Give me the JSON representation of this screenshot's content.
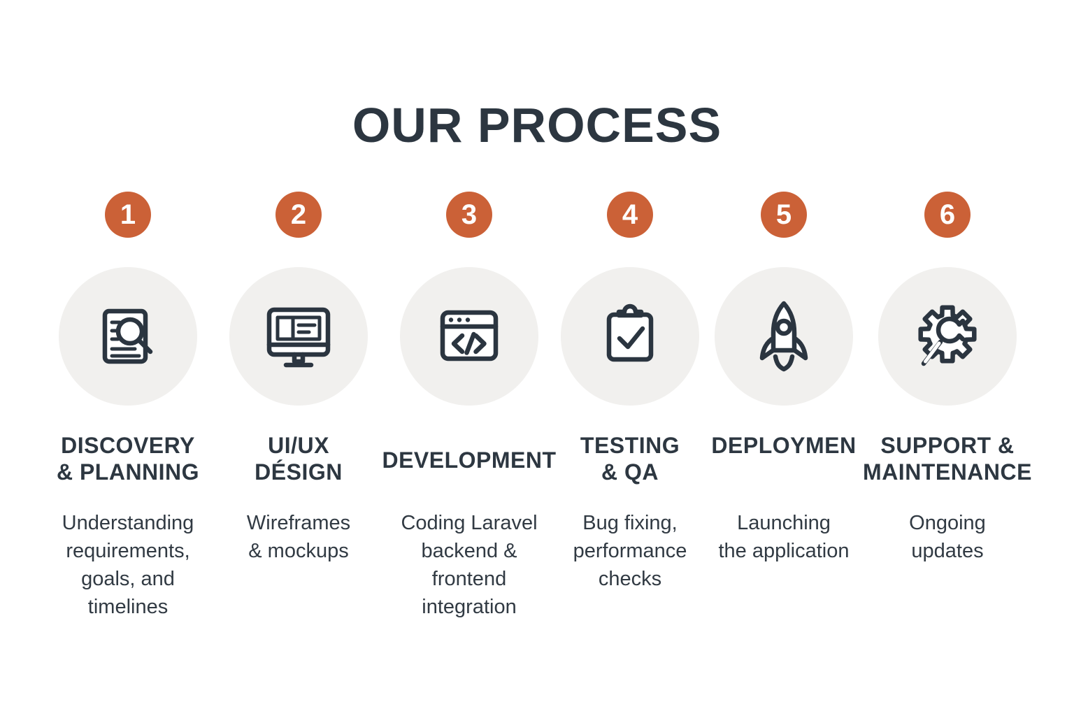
{
  "title": "OUR PROCESS",
  "colors": {
    "accent_orange": "#cb6137",
    "icon_circle_gray": "#f1f0ee",
    "dark_text": "#2d3741",
    "background": "#ffffff"
  },
  "steps": [
    {
      "number": "1",
      "icon": "document-search-icon",
      "title": "DISCOVERY\n& PLANNING",
      "description": "Understanding\nrequirements,\ngoals, and\ntimelines"
    },
    {
      "number": "2",
      "icon": "monitor-wireframe-icon",
      "title": "UI/UX\nDÉSIGN",
      "description": "Wireframes\n& mockups"
    },
    {
      "number": "3",
      "icon": "code-window-icon",
      "title": "DEVELOPMENT",
      "description": "Coding Laravel\nbackend &\nfrontend\nintegration"
    },
    {
      "number": "4",
      "icon": "clipboard-check-icon",
      "title": "TESTING\n& QA",
      "description": "Bug fixing,\nperformance\nchecks"
    },
    {
      "number": "5",
      "icon": "rocket-icon",
      "title": "DEPLOYMEN",
      "description": "Launching\nthe application"
    },
    {
      "number": "6",
      "icon": "gear-wrench-icon",
      "title": "SUPPORT &\nMAINTENANCE",
      "description": "Ongoing\nupdates"
    }
  ]
}
